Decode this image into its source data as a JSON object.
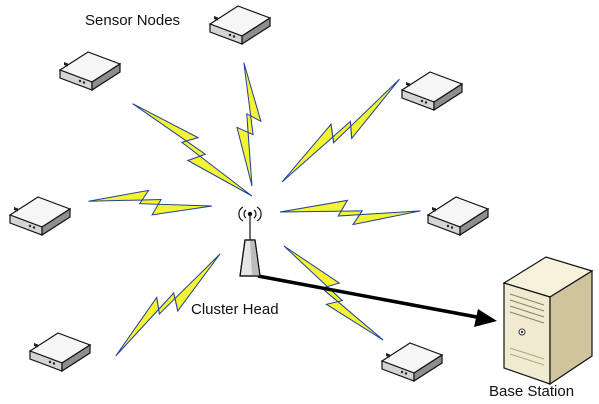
{
  "labels": {
    "sensor_nodes": "Sensor Nodes",
    "cluster_head": "Cluster Head",
    "base_station": "Base Station"
  },
  "colors": {
    "lightning_fill": "#f4f431",
    "lightning_stroke": "#1f3f9a",
    "device_top": "#f5f5f5",
    "device_side": "#9a9a9a",
    "device_outline": "#111111",
    "arrow": "#000000",
    "server_body": "#f2ead0",
    "server_side": "#cfc49c"
  },
  "icons": {
    "sensor": "sensor-node-device-icon",
    "cluster_head": "antenna-tower-icon",
    "base_station": "server-tower-icon",
    "link": "lightning-bolt-icon"
  }
}
